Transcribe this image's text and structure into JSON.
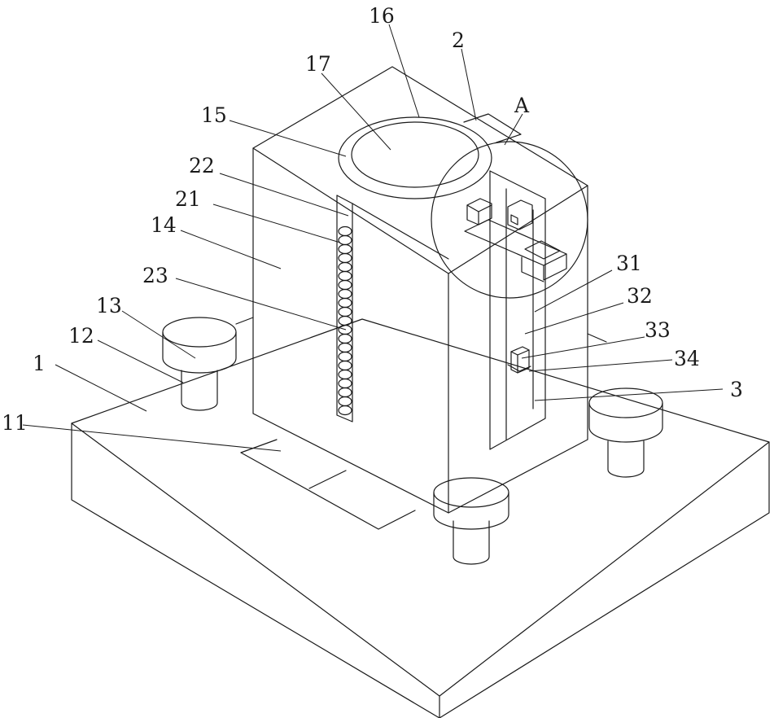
{
  "labels": {
    "l1": "1",
    "l11": "11",
    "l12": "12",
    "l13": "13",
    "l14": "14",
    "l15": "15",
    "l16": "16",
    "l17": "17",
    "l2": "2",
    "lA": "A",
    "l21": "21",
    "l22": "22",
    "l23": "23",
    "l3": "3",
    "l31": "31",
    "l32": "32",
    "l33": "33",
    "l34": "34"
  },
  "colors": {
    "stroke": "#1a1a1a",
    "background": "#ffffff"
  }
}
